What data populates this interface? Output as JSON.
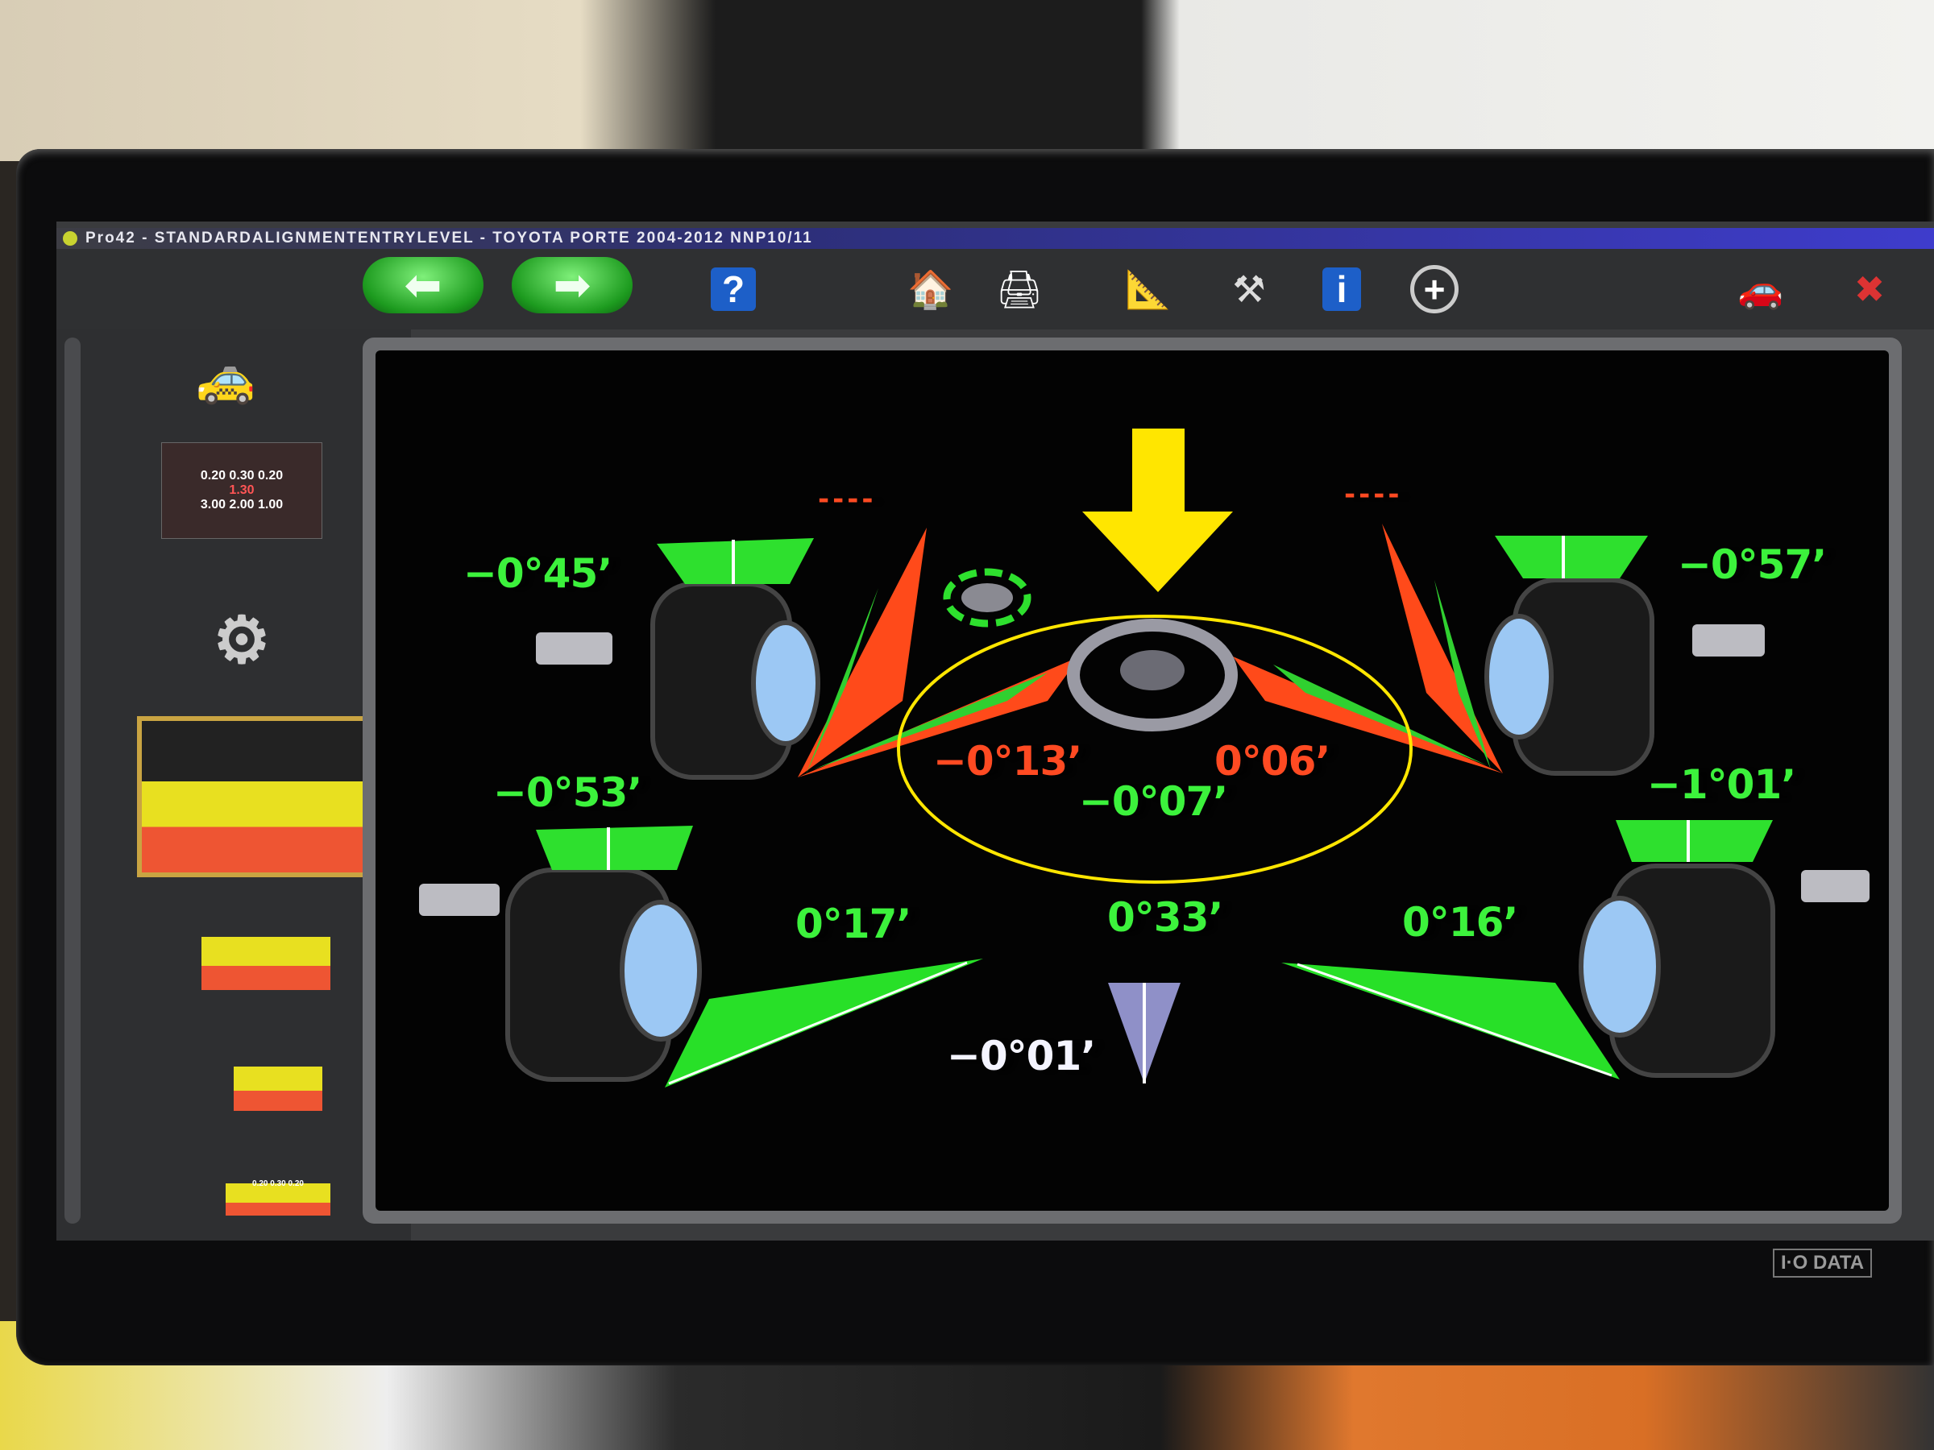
{
  "window": {
    "title": "Pro42 - STANDARDALIGNMENTENTRYLEVEL - TOYOTA PORTE 2004-2012 NNP10/11"
  },
  "toolbar": {
    "icons": [
      "back-arrow-icon",
      "forward-arrow-icon",
      "help-icon",
      "home-icon",
      "print-icon",
      "adjust-ruler-icon",
      "tools-icon",
      "info-icon",
      "zoom-icon",
      "customer-vehicle-icon",
      "exit-icon"
    ],
    "help_glyph": "?",
    "info_glyph": "i",
    "zoom_glyph": "+"
  },
  "sidebar": {
    "spec_thumb": {
      "top": "0.20 0.30 0.20",
      "mid": "1.30",
      "bottom": "3.00 2.00 1.00"
    },
    "spec_thumb_small": {
      "top": "0.20 0.30 0.20"
    }
  },
  "measurements": {
    "front_left_camber": "−0°45’",
    "front_right_camber": "−0°57’",
    "rear_left_camber": "−0°53’",
    "rear_right_camber": "−1°01’",
    "front_left_toe": "−0°13’",
    "front_right_toe": "0°06’",
    "front_total_toe": "−0°07’",
    "rear_left_toe": "0°17’",
    "rear_total_toe": "0°33’",
    "rear_right_toe": "0°16’",
    "thrust_angle": "−0°01’",
    "front_left_caster": "----",
    "front_right_caster": "----"
  },
  "colors": {
    "in_spec": "#3cf23c",
    "out_of_spec": "#ff4a22",
    "annotation": "#ffe600"
  },
  "monitor": {
    "brand": "I·O DATA"
  }
}
